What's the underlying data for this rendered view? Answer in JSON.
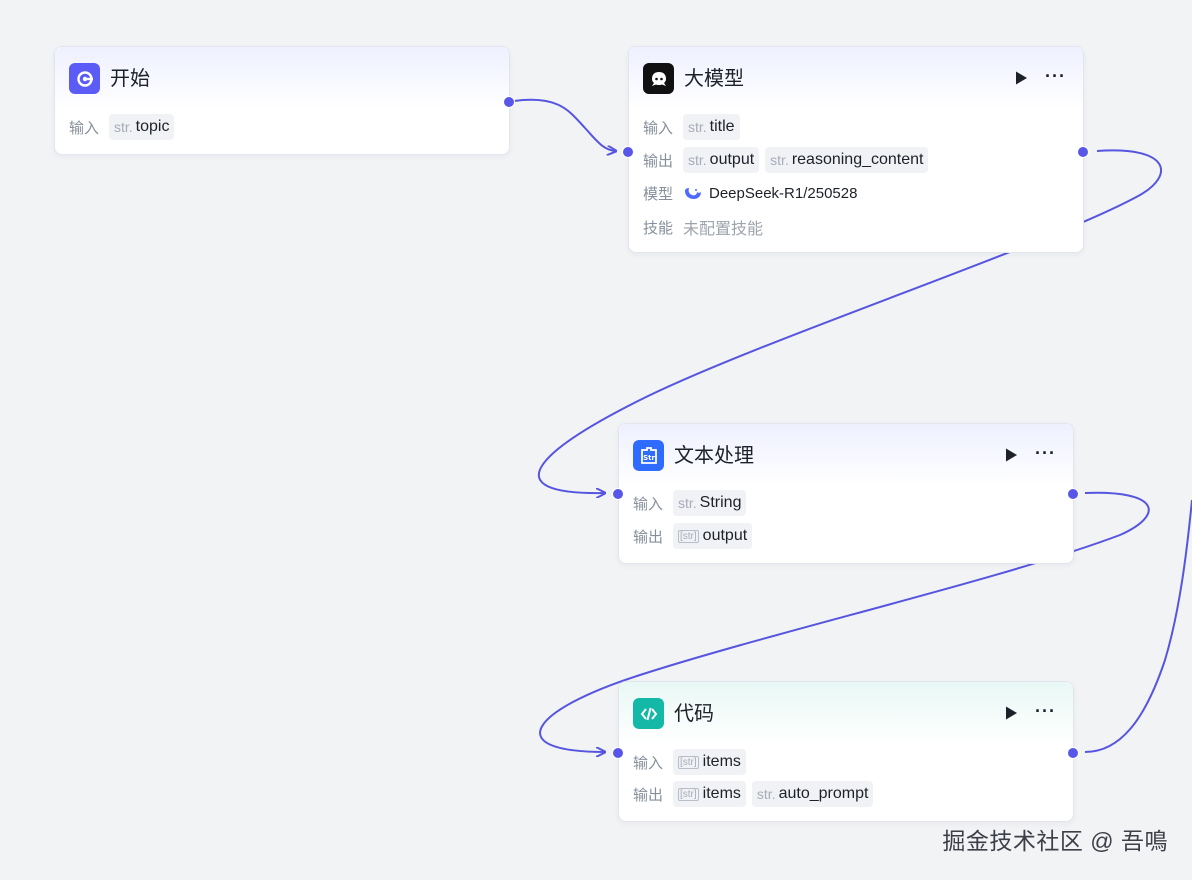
{
  "colors": {
    "edge": "#5655e0",
    "port": "#5856e8",
    "start_icon_bg": "#5b5cf6",
    "llm_icon_bg": "#111111",
    "text_icon_bg": "#2f6bff",
    "code_icon_bg": "#14b8a6"
  },
  "nodes": {
    "start": {
      "icon": "start-icon",
      "title": "开始",
      "input_label": "输入",
      "inputs": [
        {
          "type": "str.",
          "name": "topic"
        }
      ]
    },
    "llm": {
      "icon": "llm-robot-icon",
      "title": "大模型",
      "input_label": "输入",
      "output_label": "输出",
      "model_label": "模型",
      "skill_label": "技能",
      "inputs": [
        {
          "type": "str.",
          "name": "title"
        }
      ],
      "outputs": [
        {
          "type": "str.",
          "name": "output"
        },
        {
          "type": "str.",
          "name": "reasoning_content"
        }
      ],
      "model_icon": "deepseek-whale-icon",
      "model": "DeepSeek-R1/250528",
      "skill": "未配置技能"
    },
    "text": {
      "icon": "str-text-icon",
      "title": "文本处理",
      "input_label": "输入",
      "output_label": "输出",
      "inputs": [
        {
          "type": "str.",
          "name": "String"
        }
      ],
      "outputs": [
        {
          "type": "[str]",
          "name": "output"
        }
      ]
    },
    "code": {
      "icon": "code-brackets-icon",
      "title": "代码",
      "input_label": "输入",
      "output_label": "输出",
      "inputs": [
        {
          "type": "[str]",
          "name": "items"
        }
      ],
      "outputs": [
        {
          "type": "[str]",
          "name": "items"
        },
        {
          "type": "str.",
          "name": "auto_prompt"
        }
      ]
    }
  },
  "watermark": "掘金技术社区 @ 吾鳴"
}
